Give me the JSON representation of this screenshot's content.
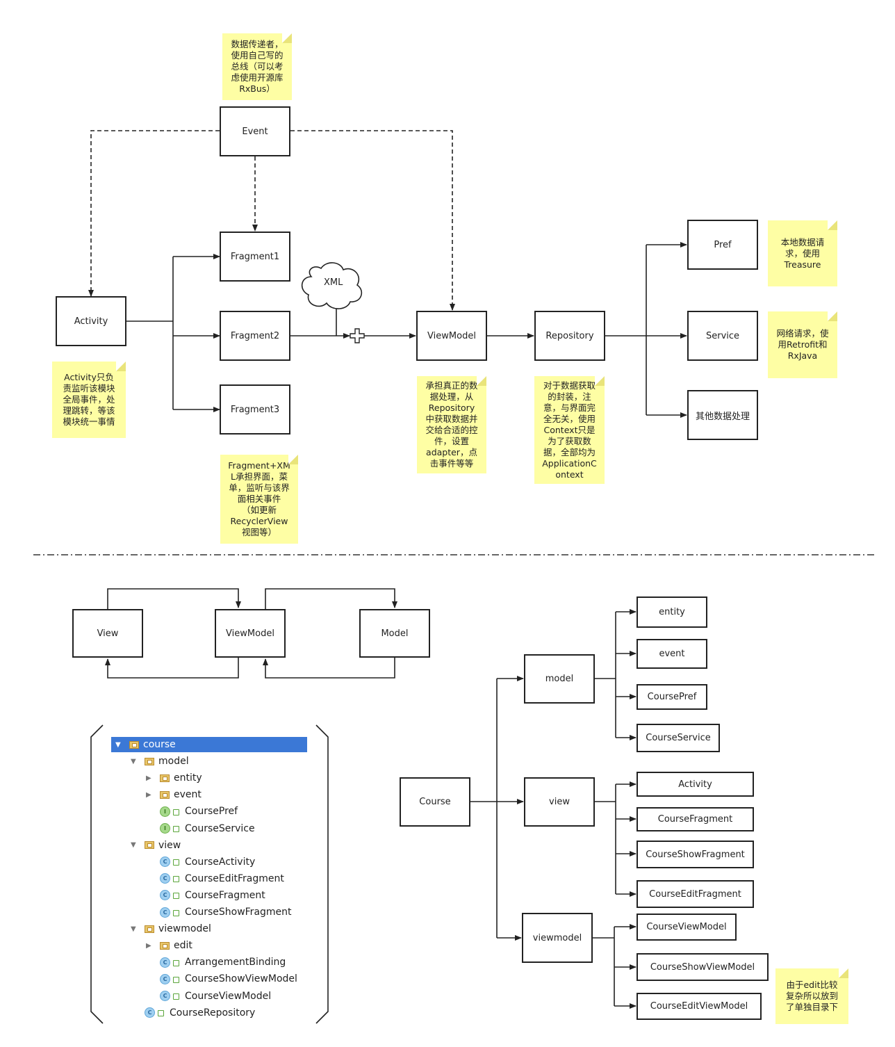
{
  "top": {
    "event": "Event",
    "activity": "Activity",
    "fragment1": "Fragment1",
    "fragment2": "Fragment2",
    "fragment3": "Fragment3",
    "xml": "XML",
    "viewmodel": "ViewModel",
    "repository": "Repository",
    "pref": "Pref",
    "service": "Service",
    "other": "其他数据处理"
  },
  "notes": {
    "event": "数据传递者，\n使用自己写的\n总线（可以考\n虑使用开源库\nRxBus）",
    "activity": "Activity只负\n责监听该模块\n全局事件，处\n理跳转，等该\n模块统一事情",
    "fragment": "Fragment+XM\nL承担界面，菜\n单，监听与该界\n面相关事件\n（如更新\nRecyclerView\n视图等）",
    "viewmodel": "承担真正的数\n据处理，从\nRepository\n中获取数据并\n交给合适的控\n件，设置\nadapter，点\n击事件等等",
    "repository": "对于数据获取\n的封装，注\n意，与界面完\n全无关，使用\nContext只是\n为了获取数\n据，全部均为\nApplicationC\nontext",
    "pref": "本地数据请\n求，使用\nTreasure",
    "service": "网络请求，使\n用Retrofit和\nRxJava",
    "edit": "由于edit比较\n复杂所以放到\n了单独目录下"
  },
  "mvvm": {
    "view": "View",
    "viewmodel": "ViewModel",
    "model": "Model"
  },
  "pkg": {
    "course": "Course",
    "model": "model",
    "view": "view",
    "viewmodel": "viewmodel",
    "model_items": [
      "entity",
      "event",
      "CoursePref",
      "CourseService"
    ],
    "view_items": [
      "Activity",
      "CourseFragment",
      "CourseShowFragment",
      "CourseEditFragment"
    ],
    "viewmodel_items": [
      "CourseViewModel",
      "CourseShowViewModel",
      "CourseEditViewModel"
    ]
  },
  "tree": [
    {
      "label": "course",
      "kind": "folder",
      "indent": 0,
      "expand": "open",
      "selected": true
    },
    {
      "label": "model",
      "kind": "folder",
      "indent": 1,
      "expand": "open"
    },
    {
      "label": "entity",
      "kind": "folder",
      "indent": 2,
      "expand": "closed"
    },
    {
      "label": "event",
      "kind": "folder",
      "indent": 2,
      "expand": "closed"
    },
    {
      "label": "CoursePref",
      "kind": "interface",
      "indent": 2
    },
    {
      "label": "CourseService",
      "kind": "interface",
      "indent": 2
    },
    {
      "label": "view",
      "kind": "folder",
      "indent": 1,
      "expand": "open"
    },
    {
      "label": "CourseActivity",
      "kind": "class",
      "indent": 2
    },
    {
      "label": "CourseEditFragment",
      "kind": "class",
      "indent": 2
    },
    {
      "label": "CourseFragment",
      "kind": "class",
      "indent": 2
    },
    {
      "label": "CourseShowFragment",
      "kind": "class",
      "indent": 2
    },
    {
      "label": "viewmodel",
      "kind": "folder",
      "indent": 1,
      "expand": "open"
    },
    {
      "label": "edit",
      "kind": "folder",
      "indent": 2,
      "expand": "closed"
    },
    {
      "label": "ArrangementBinding",
      "kind": "class",
      "indent": 2
    },
    {
      "label": "CourseShowViewModel",
      "kind": "class",
      "indent": 2
    },
    {
      "label": "CourseViewModel",
      "kind": "class",
      "indent": 2
    },
    {
      "label": "CourseRepository",
      "kind": "class",
      "indent": 1
    }
  ]
}
